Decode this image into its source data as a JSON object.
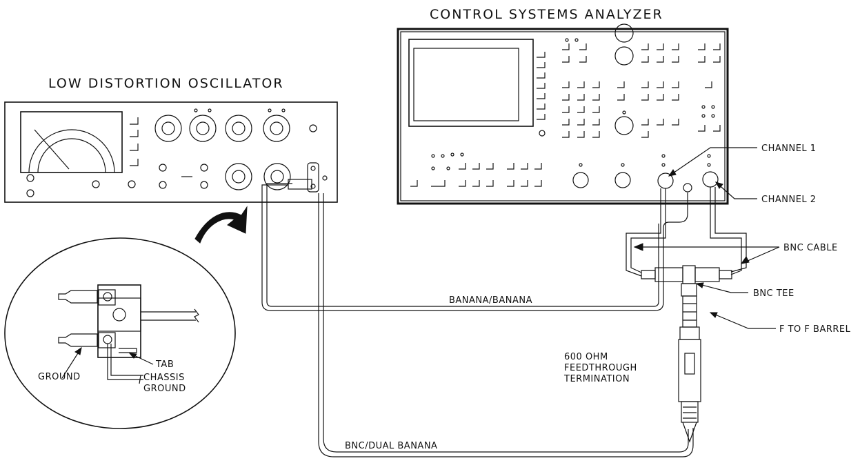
{
  "titles": {
    "analyzer": "CONTROL SYSTEMS ANALYZER",
    "oscillator": "LOW DISTORTION OSCILLATOR"
  },
  "labels": {
    "channel1": "CHANNEL 1",
    "channel2": "CHANNEL 2",
    "bnc_cable": "BNC CABLE",
    "bnc_tee": "BNC TEE",
    "barrel": "F TO F BARREL",
    "termination": [
      "600 OHM",
      "FEEDTHROUGH",
      "TERMINATION"
    ],
    "banana_cable": "BANANA/BANANA",
    "bnc_dual_banana": "BNC/DUAL BANANA",
    "tab": "TAB",
    "ground": "GROUND",
    "chassis_ground": [
      "CHASSIS",
      "GROUND"
    ]
  }
}
